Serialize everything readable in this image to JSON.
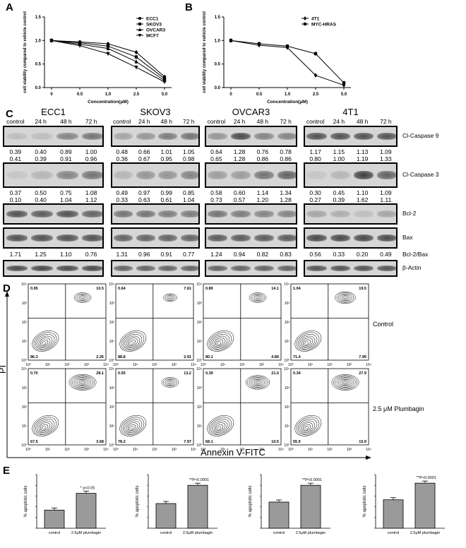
{
  "panels": {
    "A": "A",
    "B": "B",
    "C": "C",
    "D": "D",
    "E": "E"
  },
  "chart_data": [
    {
      "type": "line",
      "panel": "A",
      "xlabel": "Concentration(μM)",
      "ylabel": "cell viability compared to vehicle control",
      "x": [
        "0",
        "0.5",
        "1.0",
        "2.5",
        "5.0"
      ],
      "yticks": [
        "0.0",
        "0.5",
        "1.0",
        "1.5"
      ],
      "ylim": [
        0,
        1.5
      ],
      "series": [
        {
          "name": "ECC1",
          "marker": "circle",
          "values": [
            1.0,
            0.97,
            0.93,
            0.75,
            0.23
          ]
        },
        {
          "name": "SKOV3",
          "marker": "square",
          "values": [
            1.0,
            0.95,
            0.88,
            0.65,
            0.19
          ]
        },
        {
          "name": "OVCAR3",
          "marker": "triangle-up",
          "values": [
            1.0,
            0.92,
            0.83,
            0.55,
            0.15
          ]
        },
        {
          "name": "MCF7",
          "marker": "triangle-down",
          "values": [
            1.0,
            0.89,
            0.72,
            0.43,
            0.12
          ]
        }
      ]
    },
    {
      "type": "line",
      "panel": "B",
      "xlabel": "Concentration(μM)",
      "ylabel": "cell viability compared to vehicle control",
      "x": [
        "0",
        "0.5",
        "1.0",
        "2.5",
        "5.0"
      ],
      "yticks": [
        "0.0",
        "0.5",
        "1.0",
        "1.5"
      ],
      "ylim": [
        0,
        1.5
      ],
      "series": [
        {
          "name": "4T1",
          "marker": "diamond",
          "values": [
            1.0,
            0.9,
            0.85,
            0.26,
            0.05
          ]
        },
        {
          "name": "MYC-HRAS",
          "marker": "square",
          "values": [
            1.0,
            0.93,
            0.88,
            0.72,
            0.1
          ]
        }
      ]
    },
    {
      "type": "bar",
      "panel": "E1",
      "ylabel": "% apoptotic cells",
      "categories": [
        "control",
        "2.5μM plumbagin"
      ],
      "values": [
        13.5,
        26
      ],
      "ylim": [
        0,
        40
      ],
      "annotation": "* p<0.05"
    },
    {
      "type": "bar",
      "panel": "E2",
      "ylabel": "% apoptotic cells",
      "categories": [
        "control",
        "2.5μM plumbagin"
      ],
      "values": [
        11.5,
        20
      ],
      "ylim": [
        0,
        25
      ],
      "annotation": "**P<0.0001"
    },
    {
      "type": "bar",
      "panel": "E3",
      "ylabel": "% apoptotic cells",
      "categories": [
        "control",
        "2.5μM plumbagin"
      ],
      "values": [
        19.5,
        32
      ],
      "ylim": [
        0,
        40
      ],
      "annotation": "**P<0.0001"
    },
    {
      "type": "bar",
      "panel": "E4",
      "ylabel": "% apoptotic cells",
      "categories": [
        "control",
        "2.5μM plumbagin"
      ],
      "values": [
        26.5,
        42
      ],
      "ylim": [
        0,
        50
      ],
      "annotation": "**P<0.0001"
    }
  ],
  "western": {
    "cell_lines": [
      "ECC1",
      "SKOV3",
      "OVCAR3",
      "4T1"
    ],
    "timepoints": [
      "control",
      "24 h",
      "48 h",
      "72 h"
    ],
    "rows": [
      {
        "label": "Cl-Caspase 9",
        "values": [
          [
            [
              "0.39",
              "0.40",
              "0.89",
              "1.00"
            ],
            [
              "0.41",
              "0.39",
              "0.91",
              "0.96"
            ]
          ],
          [
            [
              "0.48",
              "0.66",
              "1.01",
              "1.05"
            ],
            [
              "0.36",
              "0.67",
              "0.95",
              "0.98"
            ]
          ],
          [
            [
              "0.64",
              "1.28",
              "0.76",
              "0.78"
            ],
            [
              "0.65",
              "1.28",
              "0.86",
              "0.86"
            ]
          ],
          [
            [
              "1.17",
              "1.15",
              "1.13",
              "1.09"
            ],
            [
              "0.80",
              "1.00",
              "1.19",
              "1.33"
            ]
          ]
        ]
      },
      {
        "label": "Cl-Caspase 3",
        "values": [
          [
            [
              "0.37",
              "0.50",
              "0.75",
              "1.08"
            ],
            [
              "0.10",
              "0.40",
              "1.04",
              "1.12"
            ]
          ],
          [
            [
              "0.49",
              "0.97",
              "0.99",
              "0.85"
            ],
            [
              "0.33",
              "0.63",
              "0.61",
              "1.04"
            ]
          ],
          [
            [
              "0.58",
              "0.60",
              "1.14",
              "1.34"
            ],
            [
              "0.73",
              "0.57",
              "1.20",
              "1.28"
            ]
          ],
          [
            [
              "0.30",
              "0.45",
              "1.10",
              "1.09"
            ],
            [
              "0.27",
              "0.39",
              "1.62",
              "1.11"
            ]
          ]
        ]
      },
      {
        "label": "Bcl-2",
        "values": null
      },
      {
        "label": "Bax",
        "values": null
      },
      {
        "label": "Bcl-2/Bax",
        "values": [
          [
            [
              "1.71",
              "1.25",
              "1.10",
              "0.76"
            ]
          ],
          [
            [
              "1.31",
              "0.96",
              "0.91",
              "0.77"
            ]
          ],
          [
            [
              "1.24",
              "0.94",
              "0.82",
              "0.83"
            ]
          ],
          [
            [
              "0.56",
              "0.33",
              "0.20",
              "0.49"
            ]
          ]
        ]
      },
      {
        "label": "β-Actin",
        "values": null
      }
    ]
  },
  "flow": {
    "ylabel": "PI",
    "xlabel": "Annexin V-FITC",
    "row_labels": [
      "Control",
      "2.5 μM Plumbagin"
    ],
    "ticks": [
      "10⁰",
      "10¹",
      "10²",
      "10³",
      "10⁴"
    ],
    "quadrants": [
      [
        [
          "0.95",
          "10.5",
          "2.26",
          "86.3"
        ],
        [
          "0.64",
          "7.61",
          "2.91",
          "88.8"
        ],
        [
          "0.89",
          "14.1",
          "4.89",
          "80.1"
        ],
        [
          "1.04",
          "19.5",
          "7.99",
          "71.4"
        ]
      ],
      [
        [
          "0.70",
          "28.1",
          "3.68",
          "67.5"
        ],
        [
          "0.55",
          "13.2",
          "7.97",
          "78.2"
        ],
        [
          "0.39",
          "21.0",
          "10.5",
          "68.1"
        ],
        [
          "0.34",
          "27.9",
          "15.9",
          "55.9"
        ]
      ]
    ]
  }
}
